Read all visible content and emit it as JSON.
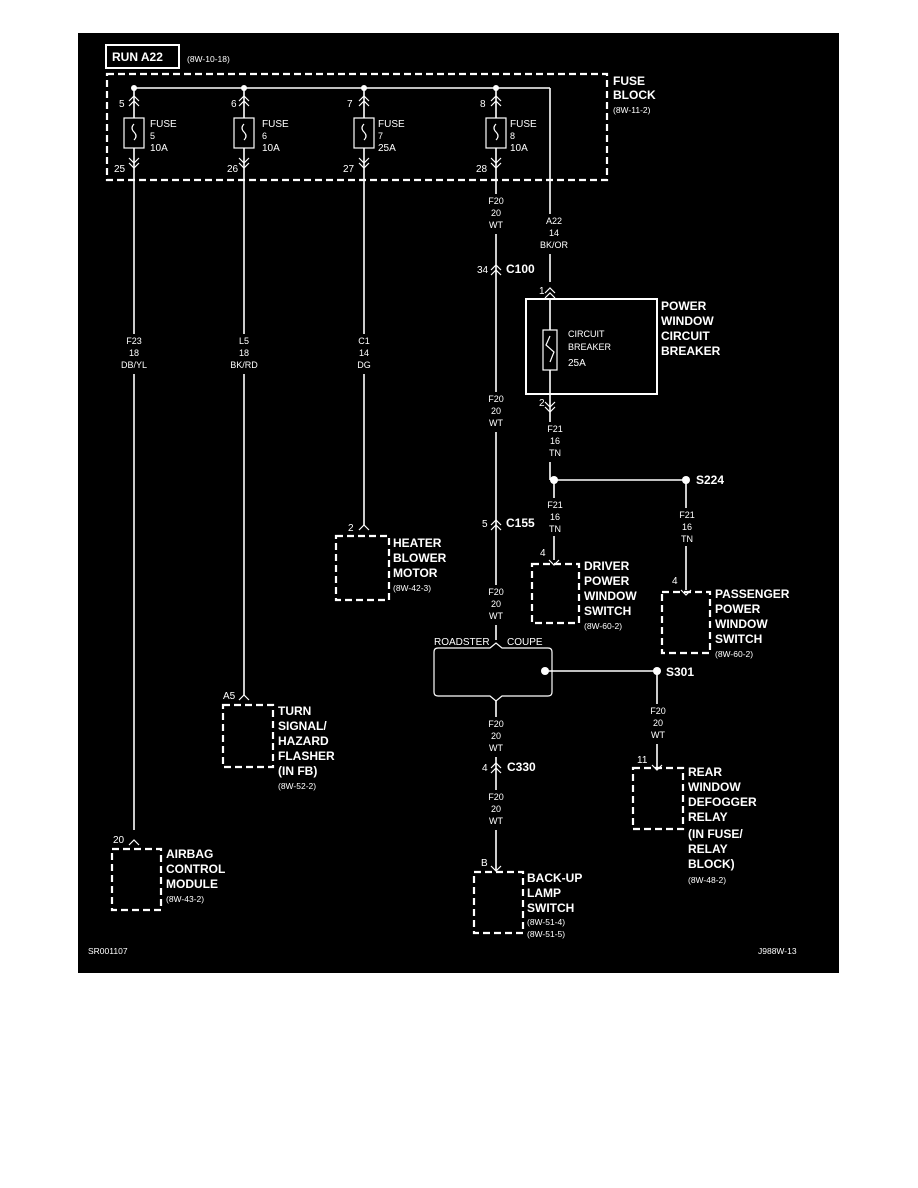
{
  "header": {
    "title": "RUN A22",
    "ref": "(8W-10-18)"
  },
  "fuse_block": {
    "line1": "FUSE",
    "line2": "BLOCK",
    "ref": "(8W-11-2)"
  },
  "fuses": [
    {
      "in_pin": "5",
      "out_pin": "25",
      "l1": "FUSE",
      "num": "5",
      "rating": "10A"
    },
    {
      "in_pin": "6",
      "out_pin": "26",
      "l1": "FUSE",
      "num": "6",
      "rating": "10A"
    },
    {
      "in_pin": "7",
      "out_pin": "27",
      "l1": "FUSE",
      "num": "7",
      "rating": "25A"
    },
    {
      "in_pin": "8",
      "out_pin": "28",
      "l1": "FUSE",
      "num": "8",
      "rating": "10A"
    }
  ],
  "wires": {
    "f23": {
      "circuit": "F23",
      "gauge": "18",
      "color": "DB/YL"
    },
    "l5": {
      "circuit": "L5",
      "gauge": "18",
      "color": "BK/RD"
    },
    "c1": {
      "circuit": "C1",
      "gauge": "14",
      "color": "DG"
    },
    "f20a": {
      "circuit": "F20",
      "gauge": "20",
      "color": "WT"
    },
    "a22": {
      "circuit": "A22",
      "gauge": "14",
      "color": "BK/OR"
    },
    "f20b": {
      "circuit": "F20",
      "gauge": "20",
      "color": "WT"
    },
    "f21a": {
      "circuit": "F21",
      "gauge": "16",
      "color": "TN"
    },
    "f21b": {
      "circuit": "F21",
      "gauge": "16",
      "color": "TN"
    },
    "f21c": {
      "circuit": "F21",
      "gauge": "16",
      "color": "TN"
    },
    "f20c": {
      "circuit": "F20",
      "gauge": "20",
      "color": "WT"
    },
    "f20d": {
      "circuit": "F20",
      "gauge": "20",
      "color": "WT"
    },
    "f20e": {
      "circuit": "F20",
      "gauge": "20",
      "color": "WT"
    },
    "f20f": {
      "circuit": "F20",
      "gauge": "20",
      "color": "WT"
    }
  },
  "connectors": {
    "c100": {
      "pin": "34",
      "name": "C100"
    },
    "c155": {
      "pin": "5",
      "name": "C155"
    },
    "c330": {
      "pin": "4",
      "name": "C330"
    }
  },
  "splices": {
    "s224": "S224",
    "s301": "S301"
  },
  "breaker": {
    "pin_in": "1",
    "pin_out": "2",
    "inner1": "CIRCUIT",
    "inner2": "BREAKER",
    "inner3": "25A",
    "name1": "POWER",
    "name2": "WINDOW",
    "name3": "CIRCUIT",
    "name4": "BREAKER"
  },
  "variants": {
    "roadster": "ROADSTER",
    "coupe": "COUPE"
  },
  "components": {
    "heater": {
      "pin": "2",
      "n1": "HEATER",
      "n2": "BLOWER",
      "n3": "MOTOR",
      "ref": "(8W-42-3)"
    },
    "turn": {
      "pin": "A5",
      "n1": "TURN",
      "n2": "SIGNAL/",
      "n3": "HAZARD",
      "n4": "FLASHER",
      "n5": "(IN FB)",
      "ref": "(8W-52-2)"
    },
    "airbag": {
      "pin": "20",
      "n1": "AIRBAG",
      "n2": "CONTROL",
      "n3": "MODULE",
      "ref": "(8W-43-2)"
    },
    "driver": {
      "pin": "4",
      "n1": "DRIVER",
      "n2": "POWER",
      "n3": "WINDOW",
      "n4": "SWITCH",
      "ref": "(8W-60-2)"
    },
    "passenger": {
      "pin": "4",
      "n1": "PASSENGER",
      "n2": "POWER",
      "n3": "WINDOW",
      "n4": "SWITCH",
      "ref": "(8W-60-2)"
    },
    "defogger": {
      "pin": "11",
      "n1": "REAR",
      "n2": "WINDOW",
      "n3": "DEFOGGER",
      "n4": "RELAY",
      "n5": "(IN FUSE/",
      "n6": "RELAY",
      "n7": "BLOCK)",
      "ref": "(8W-48-2)"
    },
    "backup": {
      "pin": "B",
      "n1": "BACK-UP",
      "n2": "LAMP",
      "n3": "SWITCH",
      "ref1": "(8W-51-4)",
      "ref2": "(8W-51-5)"
    }
  },
  "footer": {
    "left": "SR001107",
    "right": "J988W-13"
  }
}
